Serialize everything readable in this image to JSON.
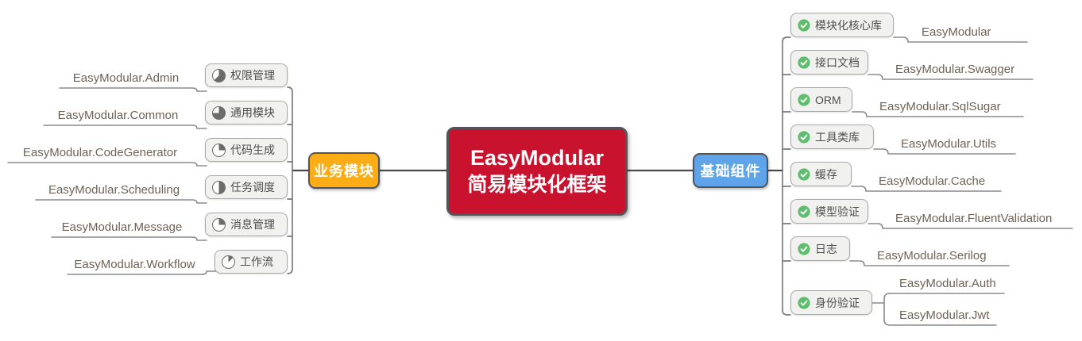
{
  "root": {
    "title": "EasyModular",
    "subtitle": "简易模块化框架"
  },
  "left_branch": {
    "label": "业务模块",
    "items": [
      {
        "label": "权限管理",
        "icon": "progress-pie-5-8-icon",
        "progress": "62.5%",
        "package": "EasyModular.Admin"
      },
      {
        "label": "通用模块",
        "icon": "progress-pie-3-4-icon",
        "progress": "75%",
        "package": "EasyModular.Common"
      },
      {
        "label": "代码生成",
        "icon": "progress-pie-1-4-icon",
        "progress": "25%",
        "package": "EasyModular.CodeGenerator"
      },
      {
        "label": "任务调度",
        "icon": "progress-pie-1-2-icon",
        "progress": "50%",
        "package": "EasyModular.Scheduling"
      },
      {
        "label": "消息管理",
        "icon": "progress-pie-1-4-icon",
        "progress": "25%",
        "package": "EasyModular.Message"
      },
      {
        "label": "工作流",
        "icon": "progress-pie-1-8-icon",
        "progress": "12.5%",
        "package": "EasyModular.Workflow"
      }
    ]
  },
  "right_branch": {
    "label": "基础组件",
    "items": [
      {
        "label": "模块化核心库",
        "icon": "check-circle-icon",
        "packages": [
          "EasyModular"
        ]
      },
      {
        "label": "接口文档",
        "icon": "check-circle-icon",
        "packages": [
          "EasyModular.Swagger"
        ]
      },
      {
        "label": "ORM",
        "icon": "check-circle-icon",
        "packages": [
          "EasyModular.SqlSugar"
        ]
      },
      {
        "label": "工具类库",
        "icon": "check-circle-icon",
        "packages": [
          "EasyModular.Utils"
        ]
      },
      {
        "label": "缓存",
        "icon": "check-circle-icon",
        "packages": [
          "EasyModular.Cache"
        ]
      },
      {
        "label": "模型验证",
        "icon": "check-circle-icon",
        "packages": [
          "EasyModular.FluentValidation"
        ]
      },
      {
        "label": "日志",
        "icon": "check-circle-icon",
        "packages": [
          "EasyModular.Serilog"
        ]
      },
      {
        "label": "身份验证",
        "icon": "check-circle-icon",
        "packages": [
          "EasyModular.Auth",
          "EasyModular.Jwt"
        ]
      }
    ]
  },
  "colors": {
    "root_fill": "#C9132E",
    "business_branch_fill": "#FCAD15",
    "base_branch_fill": "#5FA4E8",
    "check_green": "#5FBE6E",
    "node_border": "#53545a",
    "connector_gray": "#7a7a7a"
  }
}
